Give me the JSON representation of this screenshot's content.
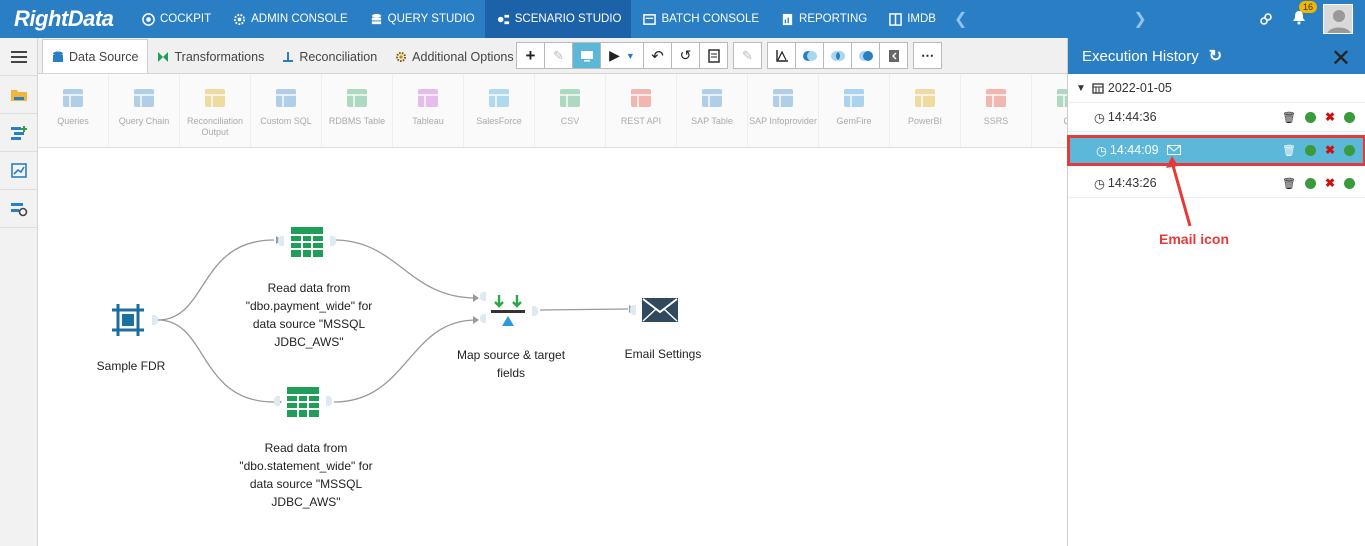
{
  "brand": {
    "name": "RightData"
  },
  "nav": {
    "items": [
      {
        "label": "COCKPIT",
        "icon": "dashboard-icon"
      },
      {
        "label": "ADMIN CONSOLE",
        "icon": "gear-icon"
      },
      {
        "label": "QUERY STUDIO",
        "icon": "database-icon"
      },
      {
        "label": "SCENARIO STUDIO",
        "icon": "scenario-icon",
        "active": true
      },
      {
        "label": "BATCH CONSOLE",
        "icon": "batch-icon"
      },
      {
        "label": "REPORTING",
        "icon": "report-icon"
      },
      {
        "label": "IMDB",
        "icon": "columns-icon"
      }
    ],
    "notification_count": "16"
  },
  "tabs": [
    {
      "label": "Data Source",
      "active": true
    },
    {
      "label": "Transformations"
    },
    {
      "label": "Reconciliation"
    },
    {
      "label": "Additional Options"
    }
  ],
  "palette": [
    {
      "label": "Queries"
    },
    {
      "label": "Query Chain"
    },
    {
      "label": "Reconciliation Output"
    },
    {
      "label": "Custom SQL"
    },
    {
      "label": "RDBMS Table"
    },
    {
      "label": "Tableau"
    },
    {
      "label": "SalesForce"
    },
    {
      "label": "CSV"
    },
    {
      "label": "REST API"
    },
    {
      "label": "SAP Table"
    },
    {
      "label": "SAP Infoprovider"
    },
    {
      "label": "GemFire"
    },
    {
      "label": "PowerBI"
    },
    {
      "label": "SSRS"
    },
    {
      "label": "Q"
    }
  ],
  "nodes": {
    "sample_fdr": "Sample FDR",
    "read_payment": "Read data from \"dbo.payment_wide\" for data source \"MSSQL JDBC_AWS\"",
    "read_statement": "Read data from \"dbo.statement_wide\" for data source \"MSSQL JDBC_AWS\"",
    "map_fields": "Map source & target fields",
    "email_settings": "Email Settings"
  },
  "history": {
    "title": "Execution History",
    "date": "2022-01-05",
    "runs": [
      {
        "time": "14:44:36"
      },
      {
        "time": "14:44:09",
        "selected": true
      },
      {
        "time": "14:43:26"
      }
    ]
  },
  "annotation": "Email icon"
}
